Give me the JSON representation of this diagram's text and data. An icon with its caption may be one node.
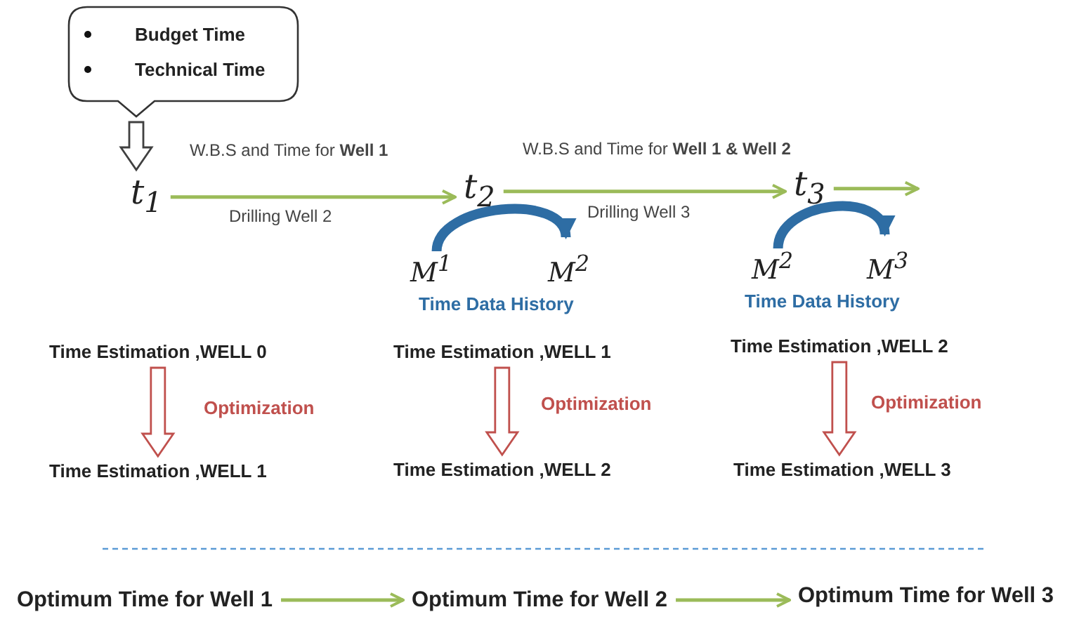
{
  "diagram": {
    "nodes": [
      {
        "text": [
          "Budget Time",
          "Technical Time"
        ]
      },
      {
        "text": [
          "t$_{1}$"
        ]
      },
      {
        "text": [
          "t$_{2}$"
        ]
      },
      {
        "text": [
          "t$_{3}$"
        ]
      },
      {
        "text": [
          "M$^{1}$"
        ]
      },
      {
        "text": [
          "M$^{2}$"
        ]
      },
      {
        "text": [
          "M$^{2}$"
        ]
      },
      {
        "text": [
          "M$^{3}$"
        ]
      },
      {
        "text": [
          "Time Estimation ,WELL 0"
        ]
      },
      {
        "text": [
          "Time Estimation ,WELL 1"
        ]
      },
      {
        "text": [
          "Time Estimation ,WELL 1"
        ]
      },
      {
        "text": [
          "Time Estimation ,WELL 2"
        ]
      },
      {
        "text": [
          "Time Estimation ,WELL 2"
        ]
      },
      {
        "text": [
          "Time Estimation ,WELL 3"
        ]
      },
      {
        "text": [
          "Optimum Time for Well 1"
        ]
      },
      {
        "text": [
          "Optimum Time for Well 2"
        ]
      },
      {
        "text": [
          "Optimum Time for Well 3"
        ]
      }
    ],
    "edges": [
      {
        "from": 0,
        "to": 1,
        "arrow": "to",
        "style": "thick",
        "color": "#404040"
      },
      {
        "from": 1,
        "to": 2,
        "arrow": "to",
        "label": "W.B.S and Time for **Well 1**"
      },
      {
        "from": 2,
        "to": 3,
        "arrow": "to",
        "label": "W.B.S and Time for **Well 1 & Well 2**"
      },
      {
        "from": 3,
        "to": null,
        "arrow": "to"
      },
      {
        "from": 4,
        "to": 5,
        "arrow": "to",
        "label": "Time Data History",
        "style": "thick",
        "color": "#2e6da4"
      },
      {
        "from": 6,
        "to": 7,
        "arrow": "to",
        "label": "Time Data History",
        "style": "thick",
        "color": "#2e6da4"
      },
      {
        "from": 8,
        "to": 9,
        "arrow": "to",
        "label": "Optimization",
        "style": "thick",
        "color": "#c0504d"
      },
      {
        "from": 10,
        "to": 11,
        "arrow": "to",
        "label": "Optimization",
        "style": "thick",
        "color": "#c0504d"
      },
      {
        "from": 12,
        "to": 13,
        "arrow": "to",
        "label": "Optimization",
        "style": "thick",
        "color": "#c0504d"
      },
      {
        "from": 14,
        "to": 15,
        "arrow": "to"
      },
      {
        "from": 15,
        "to": 16,
        "arrow": "to"
      }
    ],
    "labels": [
      "Drilling Well 2",
      "Drilling Well 3"
    ]
  }
}
